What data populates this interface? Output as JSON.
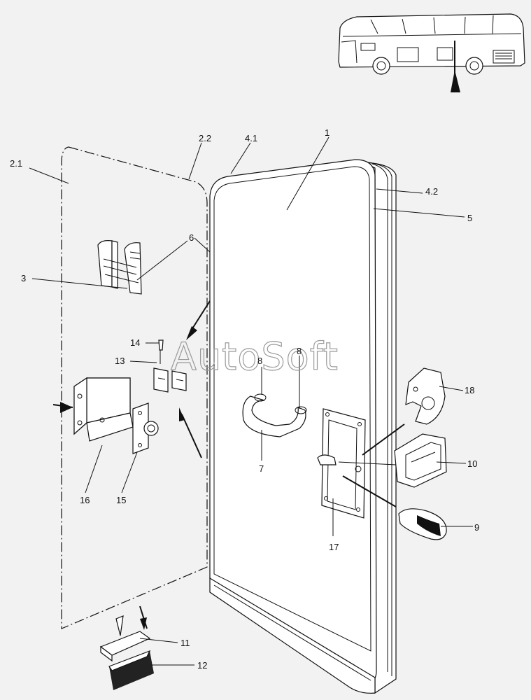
{
  "watermark": "AutoSoft",
  "callouts": {
    "c1": "1",
    "c2_1": "2.1",
    "c2_2": "2.2",
    "c3": "3",
    "c4_1": "4.1",
    "c4_2": "4.2",
    "c5": "5",
    "c6": "6",
    "c7": "7",
    "c8a": "8",
    "c8b": "8",
    "c9": "9",
    "c10": "10",
    "c11": "11",
    "c12": "12",
    "c13": "13",
    "c14": "14",
    "c15": "15",
    "c16": "16",
    "c17": "17",
    "c18": "18"
  },
  "colors": {
    "background": "#f2f2f2",
    "line": "#111111",
    "watermark": "#9a9a9a"
  }
}
